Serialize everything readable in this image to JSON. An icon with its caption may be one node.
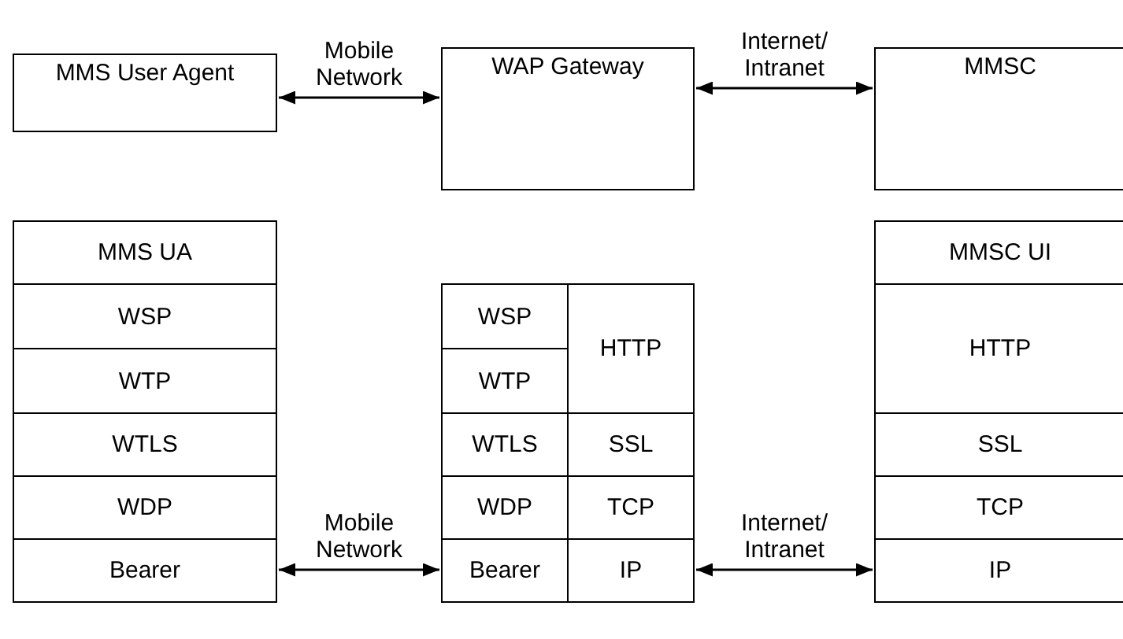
{
  "diagram": {
    "nodes": [
      {
        "text": [
          "MMS User Agent"
        ]
      },
      {
        "text": [
          "WAP Gateway"
        ]
      },
      {
        "text": [
          "MMSC"
        ]
      },
      {
        "text": [
          "MMS UA"
        ]
      },
      {
        "text": [
          "WSP"
        ]
      },
      {
        "text": [
          "WTP"
        ]
      },
      {
        "text": [
          "WTLS"
        ]
      },
      {
        "text": [
          "WDP"
        ]
      },
      {
        "text": [
          "Bearer"
        ]
      },
      {
        "text": [
          "WSP"
        ]
      },
      {
        "text": [
          "HTTP"
        ]
      },
      {
        "text": [
          "WTP"
        ]
      },
      {
        "text": [
          "WTLS"
        ]
      },
      {
        "text": [
          "SSL"
        ]
      },
      {
        "text": [
          "WDP"
        ]
      },
      {
        "text": [
          "TCP"
        ]
      },
      {
        "text": [
          "Bearer"
        ]
      },
      {
        "text": [
          "IP"
        ]
      },
      {
        "text": [
          "MMSC UI"
        ]
      },
      {
        "text": [
          "HTTP"
        ]
      },
      {
        "text": [
          "SSL"
        ]
      },
      {
        "text": [
          "TCP"
        ]
      },
      {
        "text": [
          "IP"
        ]
      }
    ],
    "edges": [
      {
        "from": 0,
        "to": 1,
        "arrow": "both",
        "label": "Mobile Network"
      },
      {
        "from": 1,
        "to": 2,
        "arrow": "both",
        "label": "Internet/ Intranet"
      },
      {
        "from": 8,
        "to": 16,
        "arrow": "both",
        "label": "Mobile Network"
      },
      {
        "from": 17,
        "to": 22,
        "arrow": "both",
        "label": "Internet/ Intranet"
      }
    ]
  }
}
